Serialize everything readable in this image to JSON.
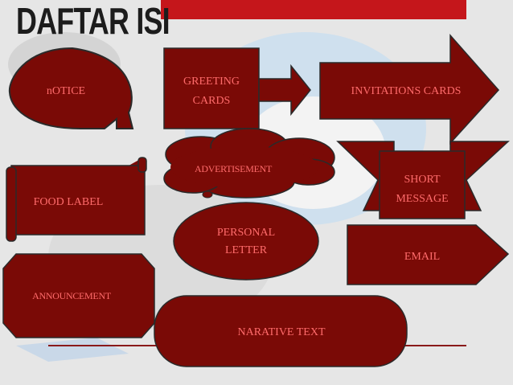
{
  "slide": {
    "title": "DAFTAR ISI",
    "items": {
      "notice": "nOTICE",
      "greeting_1": "GREETING",
      "greeting_2": "CARDS",
      "invitations": "INVITATIONS CARDS",
      "advertisement": "ADVERTISEMENT",
      "short_1": "SHORT",
      "short_2": "MESSAGE",
      "food_label": "FOOD LABEL",
      "personal_1": "PERSONAL",
      "personal_2": "LETTER",
      "email": "EMAIL",
      "announcement": "ANNOUNCEMENT",
      "narrative": "NARATIVE TEXT"
    }
  },
  "colors": {
    "shape_fill": "#7a0a06",
    "label_text": "#ff6b6b",
    "accent_bar": "#c5161b",
    "title": "#1c1c1c"
  }
}
